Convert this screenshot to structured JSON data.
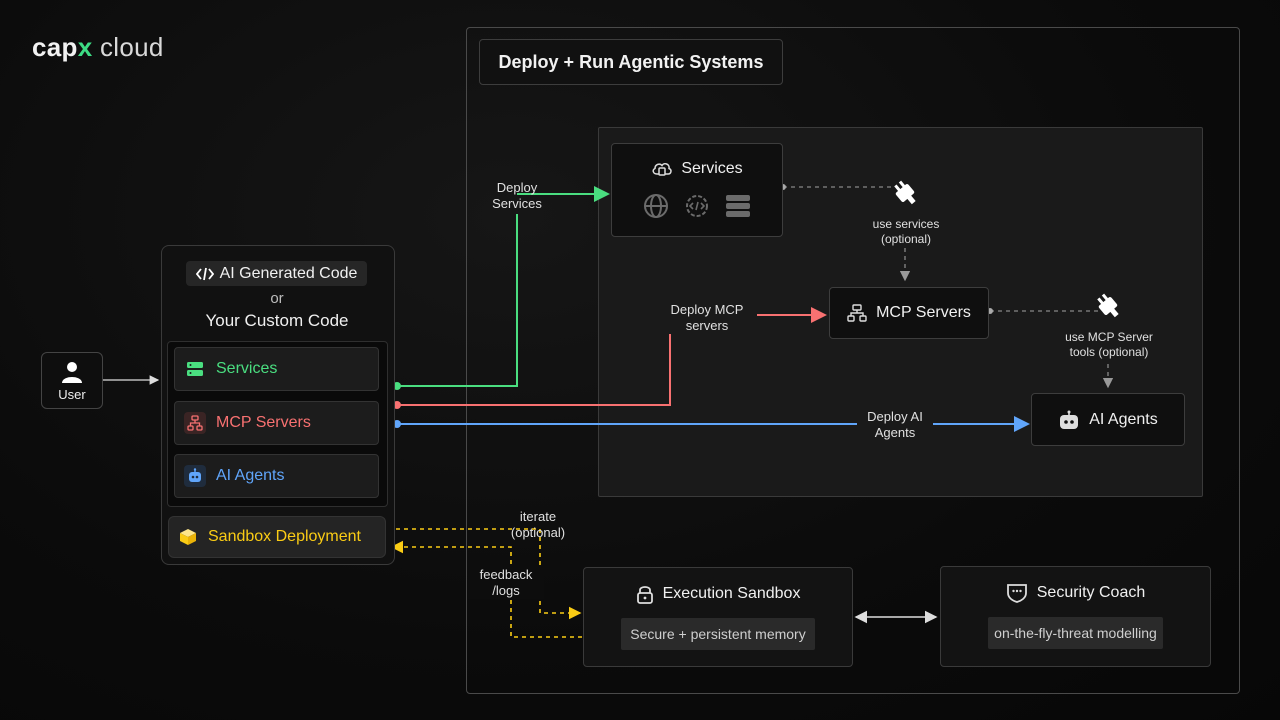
{
  "logo": {
    "cap": "cap",
    "x": "x",
    "cloud": "cloud"
  },
  "main_title": "Deploy + Run Agentic Systems",
  "user": {
    "label": "User"
  },
  "code_panel": {
    "line1": "AI Generated Code",
    "line2": "or",
    "line3": "Your Custom Code",
    "items": [
      {
        "label": "Services",
        "color": "#4ade80"
      },
      {
        "label": "MCP Servers",
        "color": "#f87171"
      },
      {
        "label": "AI Agents",
        "color": "#60a5fa"
      }
    ],
    "sandbox": {
      "label": "Sandbox Deployment",
      "color": "#facc15"
    }
  },
  "nodes": {
    "services": "Services",
    "mcp": "MCP Servers",
    "agents": "AI Agents",
    "execution": {
      "title": "Execution Sandbox",
      "sub": "Secure + persistent memory"
    },
    "security": {
      "title": "Security Coach",
      "sub": "on-the-fly-threat modelling"
    }
  },
  "edges": {
    "deploy_services": [
      "Deploy",
      "Services"
    ],
    "deploy_mcp": [
      "Deploy MCP",
      "servers"
    ],
    "deploy_agents": [
      "Deploy AI",
      "Agents"
    ],
    "use_services": [
      "use services",
      "(optional)"
    ],
    "use_mcp": [
      "use MCP Server",
      "tools (optional)"
    ],
    "iterate": [
      "iterate",
      "(optional)"
    ],
    "feedback": [
      "feedback",
      "/logs"
    ]
  },
  "colors": {
    "green": "#4ade80",
    "red": "#f87171",
    "blue": "#60a5fa",
    "yellow": "#facc15",
    "accent": "#3ddc84"
  }
}
